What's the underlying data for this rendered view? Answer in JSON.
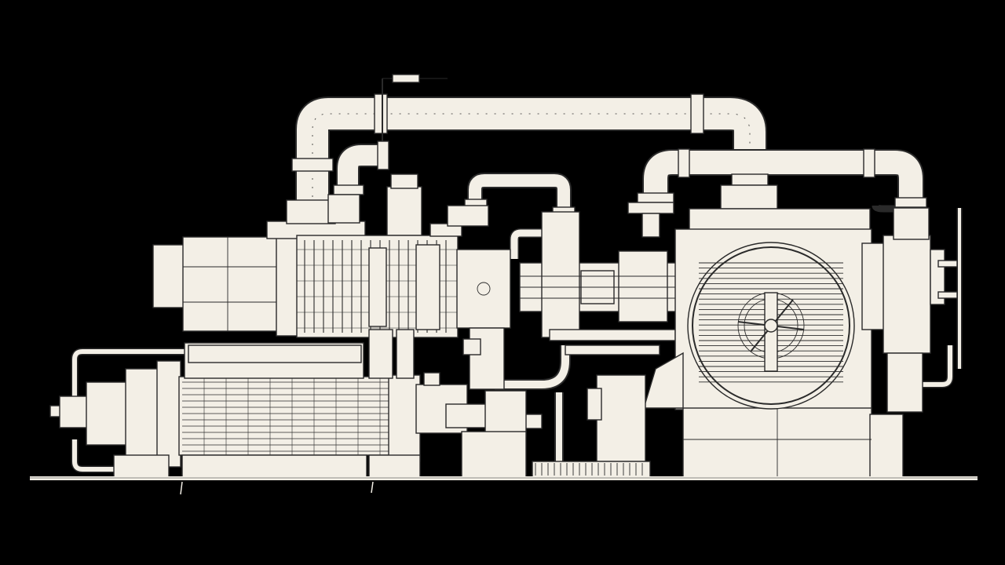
{
  "drawing": {
    "background_color": "#000000",
    "ink_color": "#f3efe6",
    "line_color": "#2a2a2a",
    "components": [
      "electric-motor",
      "rotor-assembly",
      "coupling-housing",
      "intermediate-bearing",
      "compressor-casing",
      "flywheel",
      "lower-pump",
      "piping",
      "base-plate"
    ]
  }
}
